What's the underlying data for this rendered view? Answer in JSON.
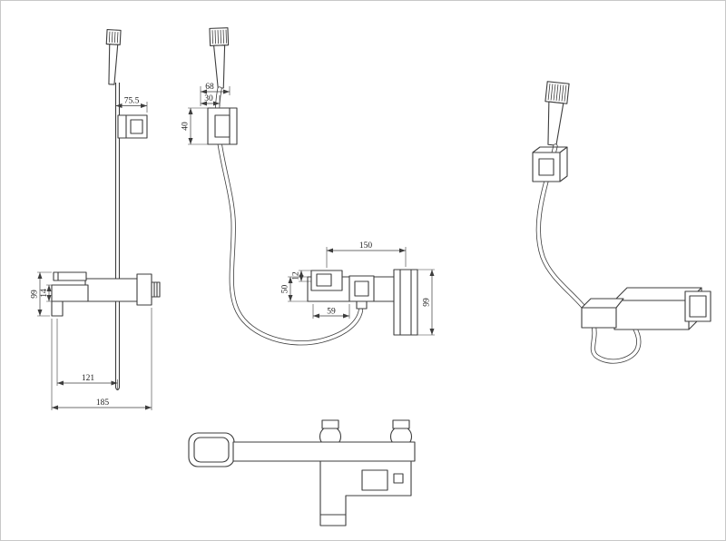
{
  "colors": {
    "background": "#ffffff",
    "line": "#3d3d3d",
    "border": "#c8c8c8"
  },
  "views": {
    "front_rail": {
      "dims": {
        "bracket_width": "75.5",
        "total_height": "99",
        "spout_height": "14",
        "spout_to_rail": "121",
        "overall_width": "185"
      }
    },
    "side": {
      "dims": {
        "head_width": "68",
        "bracket_depth": "30",
        "bracket_height": "40"
      }
    },
    "front_mixer": {
      "dims": {
        "valve_spacing": "150",
        "handle_to_diverter": "59",
        "lever_height": "12",
        "body_height": "50",
        "outlet_height": "99"
      }
    }
  }
}
